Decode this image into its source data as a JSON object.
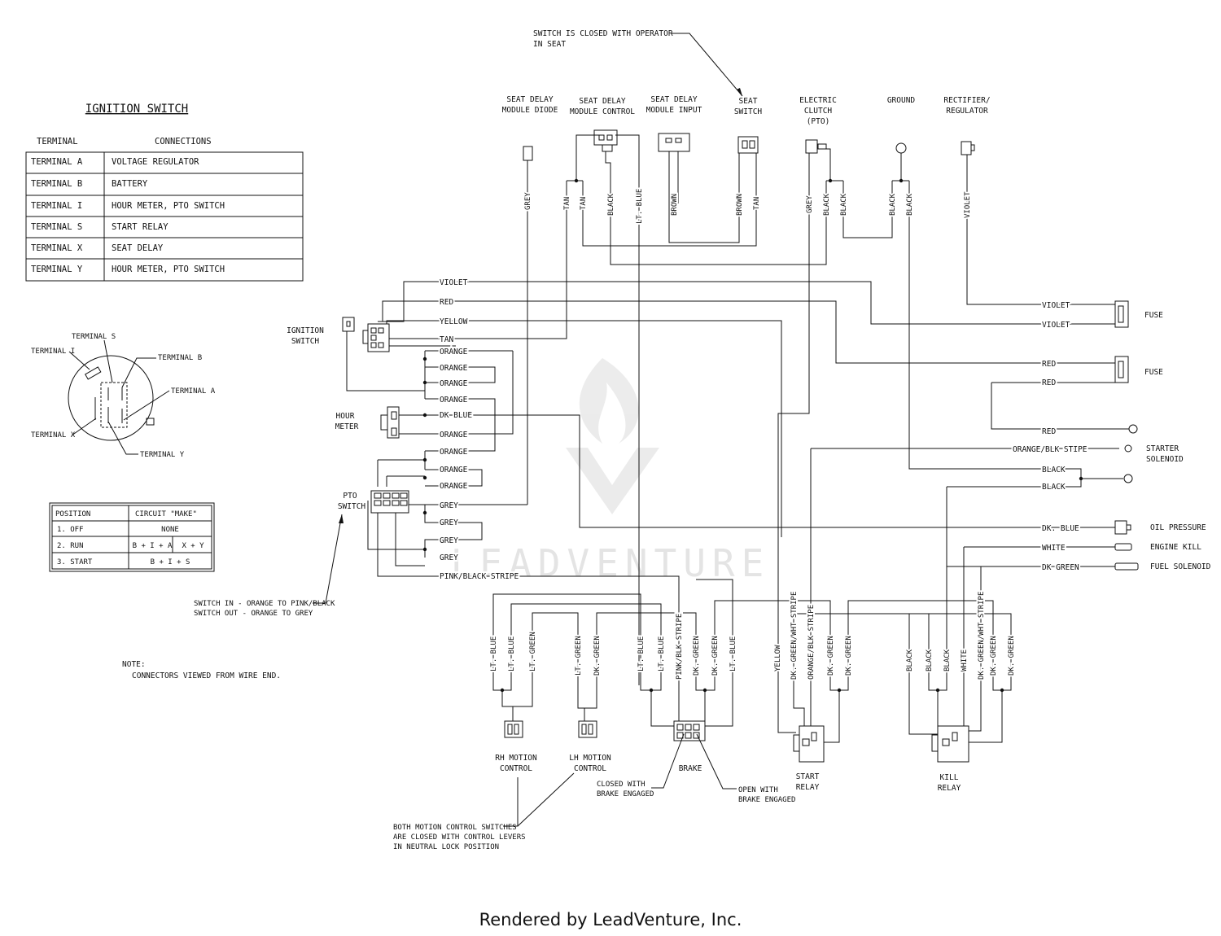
{
  "annotation_seat": [
    "SWITCH IS CLOSED WITH OPERATOR",
    "IN SEAT"
  ],
  "ign_title": "IGNITION SWITCH",
  "ign_table": {
    "headers": [
      "TERMINAL",
      "CONNECTIONS"
    ],
    "rows": [
      [
        "TERMINAL  A",
        "VOLTAGE REGULATOR"
      ],
      [
        "TERMINAL  B",
        "BATTERY"
      ],
      [
        "TERMINAL  I",
        "HOUR METER, PTO SWITCH"
      ],
      [
        "TERMINAL  S",
        "START RELAY"
      ],
      [
        "TERMINAL  X",
        "SEAT DELAY"
      ],
      [
        "TERMINAL  Y",
        "HOUR METER, PTO SWITCH"
      ]
    ]
  },
  "ign_terminals": [
    "TERMINAL S",
    "TERMINAL I",
    "TERMINAL B",
    "TERMINAL A",
    "TERMINAL X",
    "TERMINAL Y"
  ],
  "pos_table": {
    "headers": [
      "POSITION",
      "CIRCUIT \"MAKE\""
    ],
    "rows": [
      [
        "1. OFF",
        "NONE",
        ""
      ],
      [
        "2. RUN",
        "B + I + A",
        "X + Y"
      ],
      [
        "3. START",
        "B + I + S",
        ""
      ]
    ]
  },
  "note": [
    "NOTE:",
    "CONNECTORS VIEWED FROM WIRE END."
  ],
  "top_components": [
    {
      "id": "seat-delay-diode",
      "lines": [
        "SEAT DELAY",
        "MODULE DIODE"
      ]
    },
    {
      "id": "seat-delay-control",
      "lines": [
        "SEAT DELAY",
        "MODULE CONTROL"
      ]
    },
    {
      "id": "seat-delay-input",
      "lines": [
        "SEAT DELAY",
        "MODULE INPUT"
      ]
    },
    {
      "id": "seat-switch",
      "lines": [
        "SEAT",
        "SWITCH"
      ]
    },
    {
      "id": "electric-clutch",
      "lines": [
        "ELECTRIC",
        "CLUTCH",
        "(PTO)"
      ]
    },
    {
      "id": "ground",
      "lines": [
        "GROUND"
      ]
    },
    {
      "id": "rectifier-regulator",
      "lines": [
        "RECTIFIER/",
        "REGULATOR"
      ]
    }
  ],
  "top_wires": [
    "GREY",
    "TAN",
    "TAN",
    "BLACK",
    "LT. BLUE",
    "BROWN",
    "BROWN",
    "TAN",
    "GREY",
    "BLACK",
    "BLACK",
    "BLACK",
    "BLACK",
    "VIOLET"
  ],
  "ignition_wires": [
    "VIOLET",
    "RED",
    "YELLOW",
    "TAN",
    "ORANGE",
    "ORANGE",
    "ORANGE",
    "ORANGE"
  ],
  "hour_meter_wires": [
    "DK BLUE",
    "ORANGE"
  ],
  "pto_wires": [
    "ORANGE",
    "ORANGE",
    "ORANGE",
    "GREY",
    "GREY",
    "GREY",
    "GREY",
    "PINK/BLACK STRIPE"
  ],
  "left_components": {
    "ignition_switch": [
      "IGNITION",
      "SWITCH"
    ],
    "hour_meter": [
      "HOUR",
      "METER"
    ],
    "pto_switch": [
      "PTO",
      "SWITCH"
    ]
  },
  "pto_note": [
    "SWITCH IN - ORANGE TO PINK/BLACK",
    "SWITCH OUT - ORANGE TO GREY"
  ],
  "right_wires": [
    "VIOLET",
    "VIOLET",
    "RED",
    "RED",
    "RED",
    "ORANGE/BLK STIPE",
    "BLACK",
    "BLACK",
    "DK. BLUE",
    "WHITE",
    "DK GREEN"
  ],
  "right_components": [
    "FUSE",
    "FUSE",
    "STARTER",
    "SOLENOID",
    "OIL PRESSURE",
    "ENGINE KILL",
    "FUEL SOLENOID"
  ],
  "bottom_wires": {
    "rh": [
      "LT. BLUE",
      "LT. BLUE",
      "LT. GREEN"
    ],
    "lh": [
      "LT. GREEN",
      "DK. GREEN"
    ],
    "brake": [
      "LT. BLUE",
      "LT. BLUE",
      "PINK/BLK STRIPE",
      "DK. GREEN",
      "DK. GREEN",
      "LT. BLUE"
    ],
    "start": [
      "YELLOW",
      "DK. GREEN/WHT STRIPE",
      "ORANGE/BLK STRIPE",
      "DK. GREEN",
      "DK. GREEN"
    ],
    "kill": [
      "BLACK",
      "BLACK",
      "BLACK",
      "WHITE",
      "DK. GREEN/WHT STRIPE",
      "DK. GREEN",
      "DK. GREEN"
    ]
  },
  "bottom_components": {
    "rh": [
      "RH MOTION",
      "CONTROL"
    ],
    "lh": [
      "LH MOTION",
      "CONTROL"
    ],
    "brake": [
      "BRAKE"
    ],
    "start": [
      "START",
      "RELAY"
    ],
    "kill": [
      "KILL",
      "RELAY"
    ]
  },
  "brake_closed": [
    "CLOSED WITH",
    "BRAKE ENGAGED"
  ],
  "brake_open": [
    "OPEN WITH",
    "BRAKE ENGAGED"
  ],
  "motion_note": [
    "BOTH MOTION CONTROL SWITCHES",
    "ARE CLOSED WITH CONTROL LEVERS",
    "IN NEUTRAL LOCK POSITION"
  ],
  "watermark": "LEADVENTURE",
  "footer": "Rendered by LeadVenture, Inc."
}
